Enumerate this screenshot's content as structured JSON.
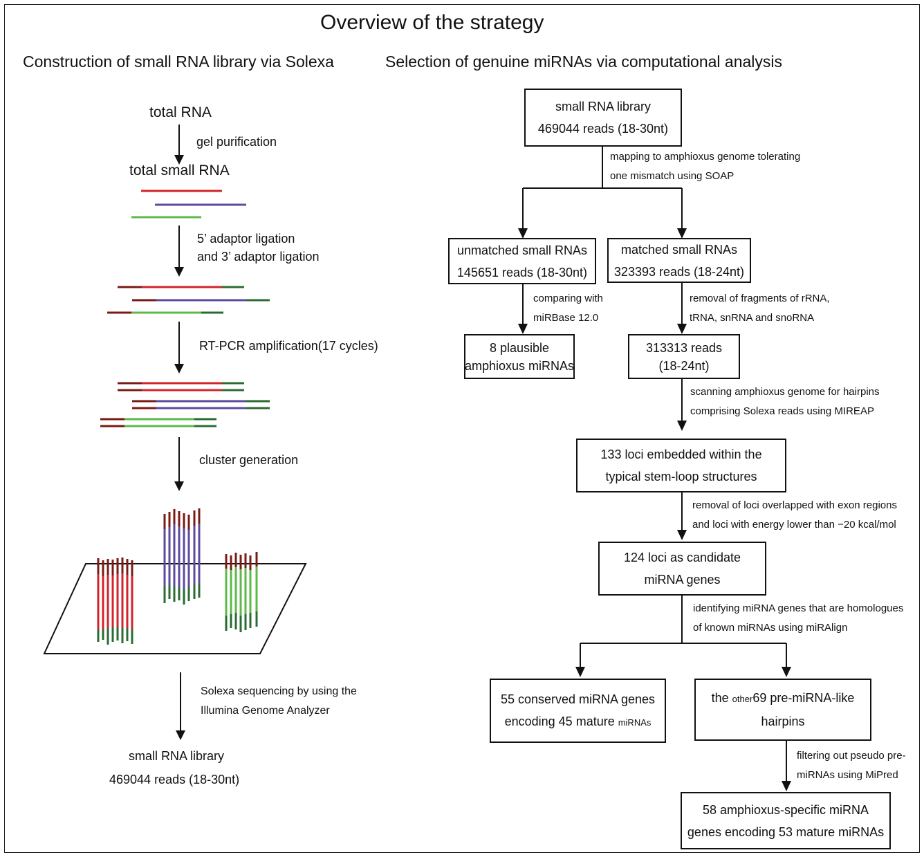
{
  "title": "Overview of the strategy",
  "left": {
    "heading": "Construction of small RNA library via Solexa",
    "total_rna": "total RNA",
    "step_gel": "gel purification",
    "total_small_rna": "total small RNA",
    "step_adaptor_1": "5’ adaptor ligation",
    "step_adaptor_2": "and 3’ adaptor ligation",
    "step_rtpcr": "RT-PCR amplification(17 cycles)",
    "step_cluster": "cluster generation",
    "step_seq_1": "Solexa sequencing by using the",
    "step_seq_2": "Illumina Genome Analyzer",
    "result_1": "small RNA library",
    "result_2": "469044 reads (18-30nt)"
  },
  "right": {
    "heading": "Selection of genuine miRNAs via computational analysis",
    "box_library": {
      "line1": "small RNA library",
      "line2": "469044 reads (18-30nt)"
    },
    "note_mapping": {
      "line1": "mapping to amphioxus genome tolerating",
      "line2": "one mismatch using SOAP"
    },
    "box_unmatched": {
      "line1": "unmatched small RNAs",
      "line2": "145651 reads (18-30nt)"
    },
    "box_matched": {
      "line1": "matched small RNAs",
      "line2": "323393 reads (18-24nt)"
    },
    "note_mirbase": {
      "line1": "comparing with",
      "line2": "miRBase 12.0"
    },
    "note_removal": {
      "line1": "removal of fragments of rRNA,",
      "line2": "tRNA, snRNA and snoRNA"
    },
    "box_plausible": {
      "line1": "8 plausible",
      "line2": "amphioxus miRNAs"
    },
    "box_313313": {
      "line1": "313313 reads",
      "line2": "(18-24nt)"
    },
    "note_scanning": {
      "line1": "scanning amphioxus genome for hairpins",
      "line2": "comprising Solexa reads using MIREAP"
    },
    "box_133": {
      "line1": "133 loci embedded within the",
      "line2": "typical stem-loop structures"
    },
    "note_exon": {
      "line1": "removal of loci overlapped with exon regions",
      "line2": "and loci with energy lower than −20 kcal/mol"
    },
    "box_124": {
      "line1": "124 loci as candidate",
      "line2": "miRNA genes"
    },
    "note_homologues": {
      "line1": "identifying miRNA genes that are homologues",
      "line2": "of known miRNAs using miRAlign"
    },
    "box_55": {
      "line1": "55 conserved miRNA genes",
      "line2a": "encoding 45 mature ",
      "line2b": "miRNAs"
    },
    "box_69": {
      "line1a": "the ",
      "line1b": "other",
      "line1c": "69 pre-miRNA-like",
      "line2": "hairpins"
    },
    "note_filter": {
      "line1": "filtering out pseudo pre-",
      "line2": "miRNAs using MiPred"
    },
    "box_58": {
      "line1": "58 amphioxus-specific miRNA",
      "line2": "genes encoding 53 mature miRNAs"
    }
  },
  "colors": {
    "red_strand": "#d2232a",
    "blue_strand": "#5b4a9e",
    "green_strand": "#5cb84a",
    "adaptor_5": "#7a1a14",
    "adaptor_3": "#2a6b33"
  }
}
